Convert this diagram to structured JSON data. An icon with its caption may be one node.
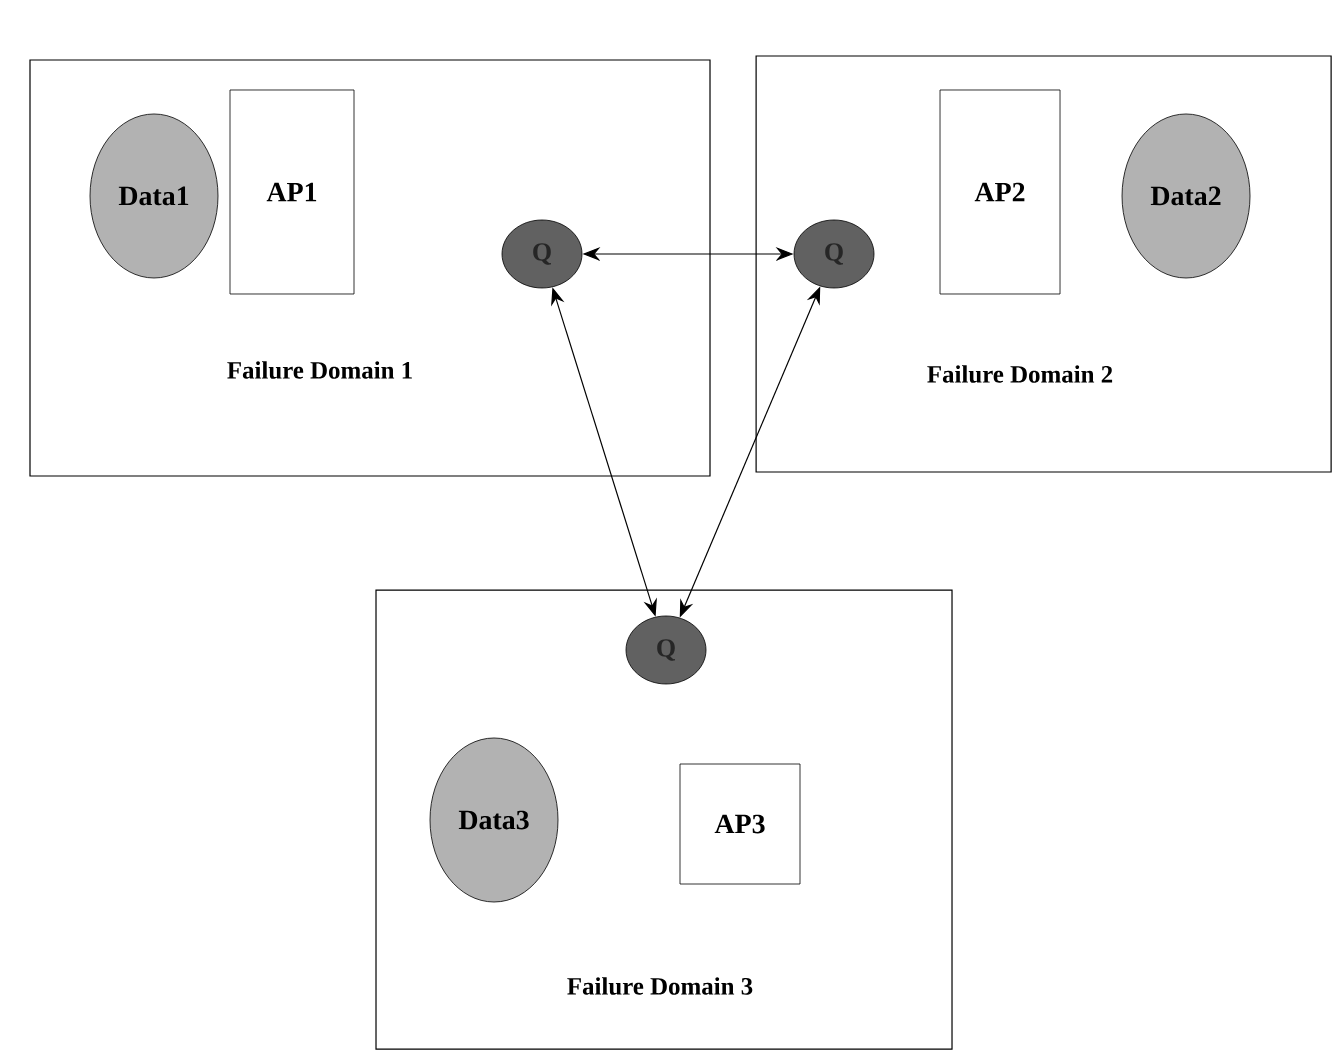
{
  "diagram": {
    "nodes": [
      {
        "text": [
          "Failure Domain 1"
        ]
      },
      {
        "text": [
          "Data1"
        ],
        "in": 0
      },
      {
        "text": [
          "AP1"
        ],
        "in": 0
      },
      {
        "text": [
          "Q"
        ],
        "in": 0
      },
      {
        "text": [
          "Failure Domain 2"
        ]
      },
      {
        "text": [
          "AP2"
        ],
        "in": 4
      },
      {
        "text": [
          "Q"
        ],
        "in": 4
      },
      {
        "text": [
          "Data2"
        ],
        "in": 4
      },
      {
        "text": [
          "Failure Domain 3"
        ]
      },
      {
        "text": [
          "Q"
        ],
        "in": 8
      },
      {
        "text": [
          "Data3"
        ],
        "in": 8
      },
      {
        "text": [
          "AP3"
        ],
        "in": 8
      }
    ],
    "edges": [
      {
        "from": 3,
        "to": 6,
        "arrow": "both"
      },
      {
        "from": 3,
        "to": 9,
        "arrow": "both"
      },
      {
        "from": 6,
        "to": 9,
        "arrow": "both"
      }
    ]
  }
}
